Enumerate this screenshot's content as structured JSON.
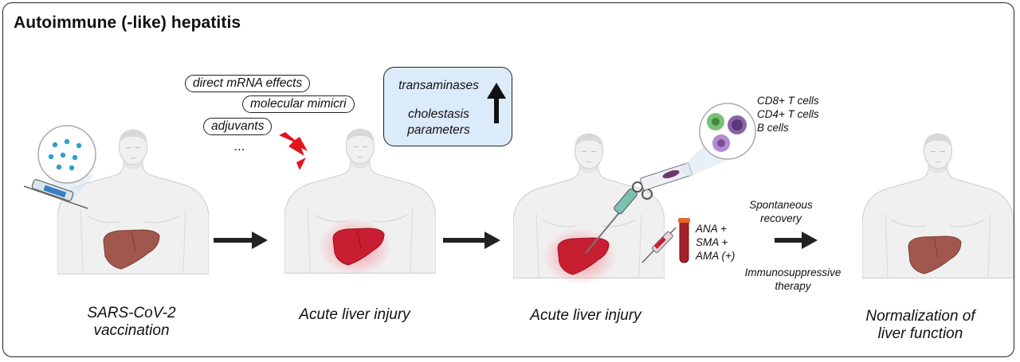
{
  "title": "Autoimmune (-like) hepatitis",
  "stages": [
    {
      "caption_line1": "SARS-CoV-2",
      "caption_line2": "vaccination"
    },
    {
      "caption_line1": "Acute liver injury",
      "caption_line2": ""
    },
    {
      "caption_line1": "Acute liver injury",
      "caption_line2": ""
    },
    {
      "caption_line1": "Normalization of",
      "caption_line2": "liver function"
    }
  ],
  "mechanisms": [
    "direct mRNA effects",
    "molecular mimicri",
    "adjuvants",
    "..."
  ],
  "lab_box": {
    "line1": "transaminases",
    "line2": "cholestasis",
    "line3": "parameters"
  },
  "cells": [
    "CD8+ T cells",
    "CD4+ T cells",
    "B cells"
  ],
  "antibodies": [
    "ANA +",
    "SMA +",
    "AMA (+)"
  ],
  "outcomes": {
    "top_line1": "Spontaneous",
    "top_line2": "recovery",
    "bottom_line1": "Immunosuppressive",
    "bottom_line2": "therapy"
  },
  "colors": {
    "liver_normal": "#a0584e",
    "liver_injured": "#c81e32",
    "glow": "#ff4050",
    "lab_box_bg": "#dcebfa",
    "bolt": "#e3141c",
    "body": "#f0f0f0",
    "arrow": "#222222"
  }
}
